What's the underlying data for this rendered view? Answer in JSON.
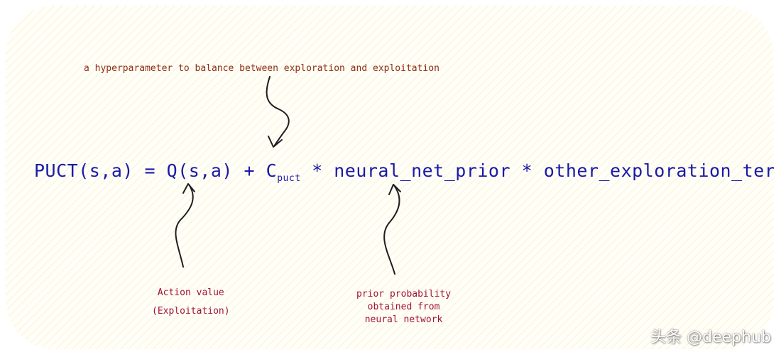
{
  "formula": {
    "lhs": "PUCT(s,a)",
    "equals": "=",
    "q_term": "Q(s,a)",
    "plus": "+",
    "c_main": "C",
    "c_sub": "puct",
    "times1": "*",
    "prior_term": "neural_net_prior",
    "times2": "*",
    "other_term": "other_exploration_terms"
  },
  "annotations": {
    "hyperparameter": "a hyperparameter to balance between exploration and exploitation",
    "action_value": [
      "Action value",
      "(Exploitation)"
    ],
    "prior": [
      "prior probability",
      "obtained from",
      "neural network"
    ]
  },
  "watermark": "头条 @deephub",
  "colors": {
    "formula": "#1a1aa8",
    "annotation_top": "#8f2d12",
    "annotation_bottom": "#a11434",
    "arrow": "#1e1e1e",
    "background": "#fffef7"
  }
}
